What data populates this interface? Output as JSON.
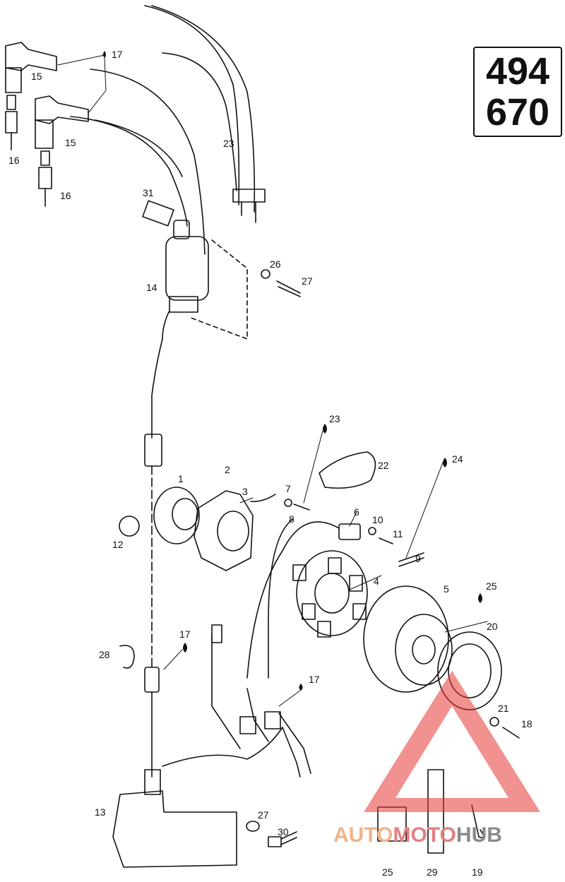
{
  "model_numbers": [
    "494",
    "670"
  ],
  "watermark": {
    "part1": "AUTO",
    "part2": "MOTO",
    "part3": "HUB",
    "colors": {
      "auto": "#F2B48A",
      "moto": "#E08080",
      "hub": "#8A8A8A",
      "triangle": "#E53935"
    }
  },
  "callouts": [
    {
      "id": "c1",
      "text": "1"
    },
    {
      "id": "c2",
      "text": "2"
    },
    {
      "id": "c3",
      "text": "3"
    },
    {
      "id": "c4",
      "text": "4"
    },
    {
      "id": "c5",
      "text": "5"
    },
    {
      "id": "c6",
      "text": "6"
    },
    {
      "id": "c7",
      "text": "7"
    },
    {
      "id": "c8",
      "text": "8"
    },
    {
      "id": "c9",
      "text": "9"
    },
    {
      "id": "c10",
      "text": "10"
    },
    {
      "id": "c11",
      "text": "11"
    },
    {
      "id": "c12",
      "text": "12"
    },
    {
      "id": "c13",
      "text": "13"
    },
    {
      "id": "c14",
      "text": "14"
    },
    {
      "id": "c15a",
      "text": "15"
    },
    {
      "id": "c15b",
      "text": "15"
    },
    {
      "id": "c16a",
      "text": "16"
    },
    {
      "id": "c16b",
      "text": "16"
    },
    {
      "id": "c17a",
      "text": "17"
    },
    {
      "id": "c17b",
      "text": "17"
    },
    {
      "id": "c17c",
      "text": "17"
    },
    {
      "id": "c18",
      "text": "18"
    },
    {
      "id": "c19",
      "text": "19"
    },
    {
      "id": "c20",
      "text": "20"
    },
    {
      "id": "c21",
      "text": "21"
    },
    {
      "id": "c22",
      "text": "22"
    },
    {
      "id": "c23a",
      "text": "23"
    },
    {
      "id": "c23b",
      "text": "23"
    },
    {
      "id": "c24",
      "text": "24"
    },
    {
      "id": "c25a",
      "text": "25"
    },
    {
      "id": "c25b",
      "text": "25"
    },
    {
      "id": "c26",
      "text": "26"
    },
    {
      "id": "c27a",
      "text": "27"
    },
    {
      "id": "c27b",
      "text": "27"
    },
    {
      "id": "c28",
      "text": "28"
    },
    {
      "id": "c29",
      "text": "29"
    },
    {
      "id": "c30",
      "text": "30"
    },
    {
      "id": "c31",
      "text": "31"
    }
  ]
}
